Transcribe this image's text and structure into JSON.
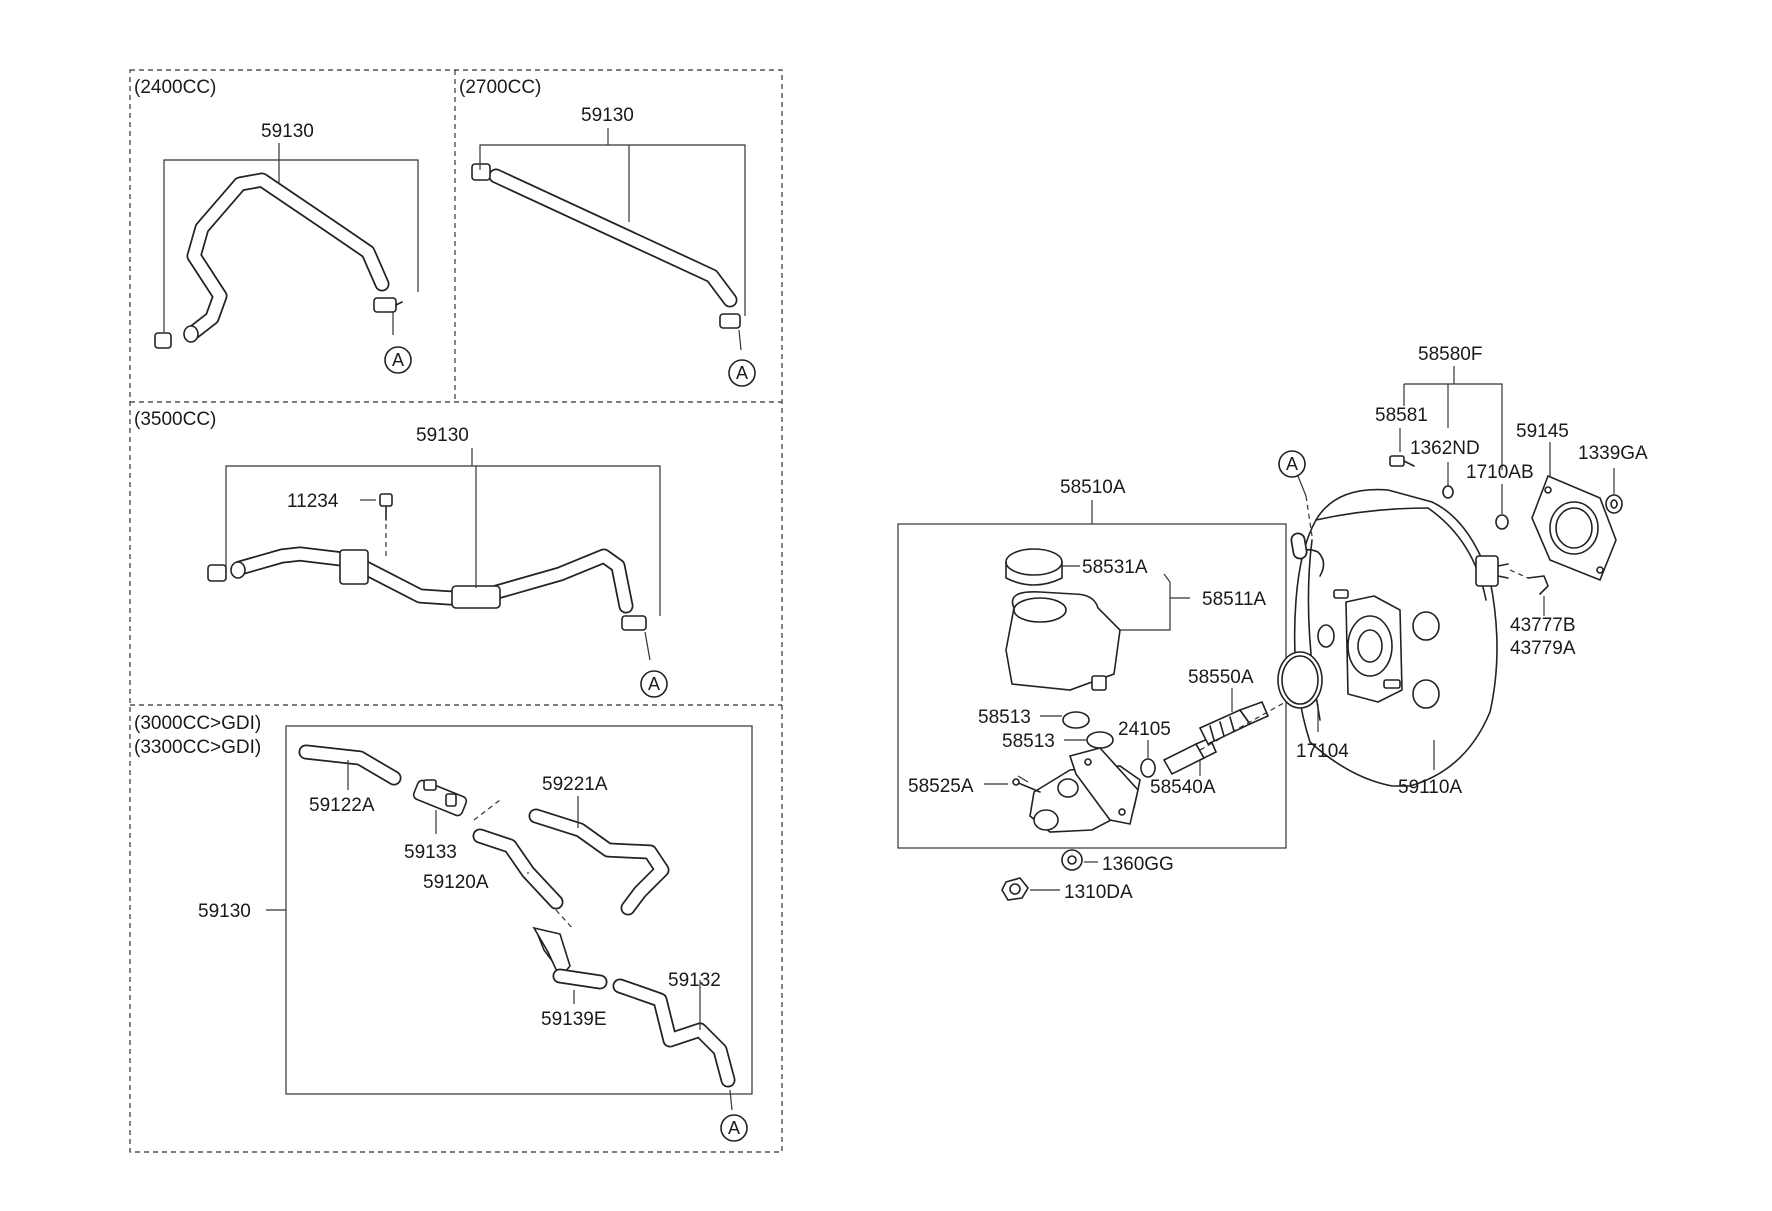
{
  "sections": {
    "s2400": "(2400CC)",
    "s2700": "(2700CC)",
    "s3500": "(3500CC)",
    "s3000": "(3000CC>GDI)",
    "s3300": "(3300CC>GDI)"
  },
  "callout_letter": "A",
  "parts": {
    "p59130": "59130",
    "p11234": "11234",
    "p59122A": "59122A",
    "p59133": "59133",
    "p59221A": "59221A",
    "p59120A": "59120A",
    "p59132": "59132",
    "p59139E": "59139E",
    "p58510A": "58510A",
    "p58531A": "58531A",
    "p58511A": "58511A",
    "p58513": "58513",
    "p24105": "24105",
    "p58550A": "58550A",
    "p58525A": "58525A",
    "p58540A": "58540A",
    "p1360GG": "1360GG",
    "p1310DA": "1310DA",
    "p58580F": "58580F",
    "p58581": "58581",
    "p1362ND": "1362ND",
    "p1710AB": "1710AB",
    "p59145": "59145",
    "p1339GA": "1339GA",
    "p43777B": "43777B",
    "p43779A": "43779A",
    "p17104": "17104",
    "p59110A": "59110A"
  }
}
